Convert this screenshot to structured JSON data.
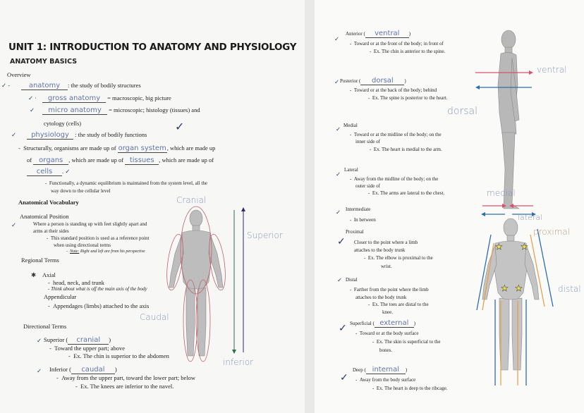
{
  "left_page": {
    "title": "UNIT 1: INTRODUCTION TO ANATOMY AND PHYSIOLOGY",
    "subtitle": "ANATOMY BASICS",
    "overview": {
      "heading": "Overview",
      "anatomy_answer": "anatomy",
      "anatomy_def": ": the study of bodily structures",
      "gross_answer": "gross anatomy",
      "gross_def": "= macroscopic, big picture",
      "micro_answer": "micro anatomy",
      "micro_def": "= microscopic; histology (tissues) and",
      "micro_def2": "cytology (cells)",
      "physiology_answer": "physiology",
      "physiology_def": ": the study of bodily functions",
      "struct_1": "Structurally, organisms are made up of",
      "struct_ans1": "organ system",
      "struct_2": ", which are made up",
      "struct_3": "of",
      "struct_ans2": "organs",
      "struct_4": ", which are made up of",
      "struct_ans3": "tissues",
      "struct_5": ", which are made up of",
      "struct_ans4": "cells",
      "func_1": "Functionally, a dynamic equilibrium is maintained from the system level, all the",
      "func_2": "way down to the cellular level"
    },
    "vocab": {
      "heading": "Anatomical Vocabulary",
      "position_heading": "Anatomical Position",
      "position_1": "Where a person is standing up with feet slightly apart and",
      "position_2": "arms at their sides",
      "position_3": "This standard position is used as a reference point",
      "position_4": "when using directional terms",
      "note_label": "Note:",
      "note_text": "Right and left are from his perspective",
      "regional_heading": "Regional Terms",
      "axial": "Axial",
      "axial_1": "head, neck, and trunk",
      "axial_2": "Think about what is off the main axis of the body",
      "appendicular": "Appendicular",
      "appendicular_1": "Appendages (limbs) attached to the axis",
      "directional_heading": "Directional Terms",
      "superior": "Superior (",
      "superior_answer": "cranial",
      "superior_def": "Toward the upper part; above",
      "superior_ex": "Ex. The chin is superior to the abdomen",
      "inferior": "Inferior (",
      "inferior_answer": "caudal",
      "inferior_def": "Away from the upper part, toward the lower part; below",
      "inferior_ex": "Ex. The knees are inferior to the navel.",
      "close_paren": ")"
    },
    "annotations": {
      "cranial": "Cranial",
      "caudal": "Caudal",
      "superior": "Superior",
      "inferior": "inferior"
    }
  },
  "right_page": {
    "anterior": "Anterior (",
    "anterior_answer": "ventral",
    "anterior_def": "Toward or at the front of the body; in front of",
    "anterior_ex": "Ex. The chin is anterior to the spine.",
    "posterior": "Posterior (",
    "posterior_answer": "dorsal",
    "posterior_def": "Toward or at the back of the body; behind",
    "posterior_ex": "Ex. The spine is posterior to the heart.",
    "medial": "Medial",
    "medial_def1": "Toward or at the midline of the body; on the",
    "medial_def2": "inner side of",
    "medial_ex": "Ex. The heart is medial to the arm.",
    "lateral": "Lateral",
    "lateral_def1": "Away from the midline of the body; on the",
    "lateral_def2": "outer side of",
    "lateral_ex": "Ex. The arms are lateral to the chest.",
    "intermediate": "Intermediate",
    "intermediate_def": "In between",
    "proximal": "Proximal",
    "proximal_def1": "Closer to the point where a limb",
    "proximal_def2": "attaches to the body trunk",
    "proximal_ex1": "Ex. The elbow is proximal to the",
    "proximal_ex2": "wrist.",
    "distal": "Distal",
    "distal_def1": "Farther from the point where the limb",
    "distal_def2": "attaches to the body trunk",
    "distal_ex1": "Ex. The toes are distal to the",
    "distal_ex2": "knee.",
    "superficial": "Superficial (",
    "superficial_answer": "external",
    "superficial_def": "Toward or at the body surface",
    "superficial_ex1": "Ex. The skin is superficial to the",
    "superficial_ex2": "bones.",
    "deep": "Deep (",
    "deep_answer": "internal",
    "deep_def": "Away from the body surface",
    "deep_ex": "Ex. The heart is deep to the ribcage.",
    "close_paren": ")",
    "annotations": {
      "ventral": "ventral",
      "dorsal": "dorsal",
      "medial": "medial",
      "lateral": "lateral",
      "proximal": "proximal",
      "distal": "distal"
    }
  },
  "colors": {
    "handwriting": "#6274a8",
    "arrow_red": "#d9506e",
    "arrow_blue": "#2e6db0",
    "arrow_orange": "#e8a050",
    "line_green": "#2e6b4a",
    "line_navy": "#2a2a6a",
    "ellipse": "#c06070",
    "star": "#f2e040"
  }
}
